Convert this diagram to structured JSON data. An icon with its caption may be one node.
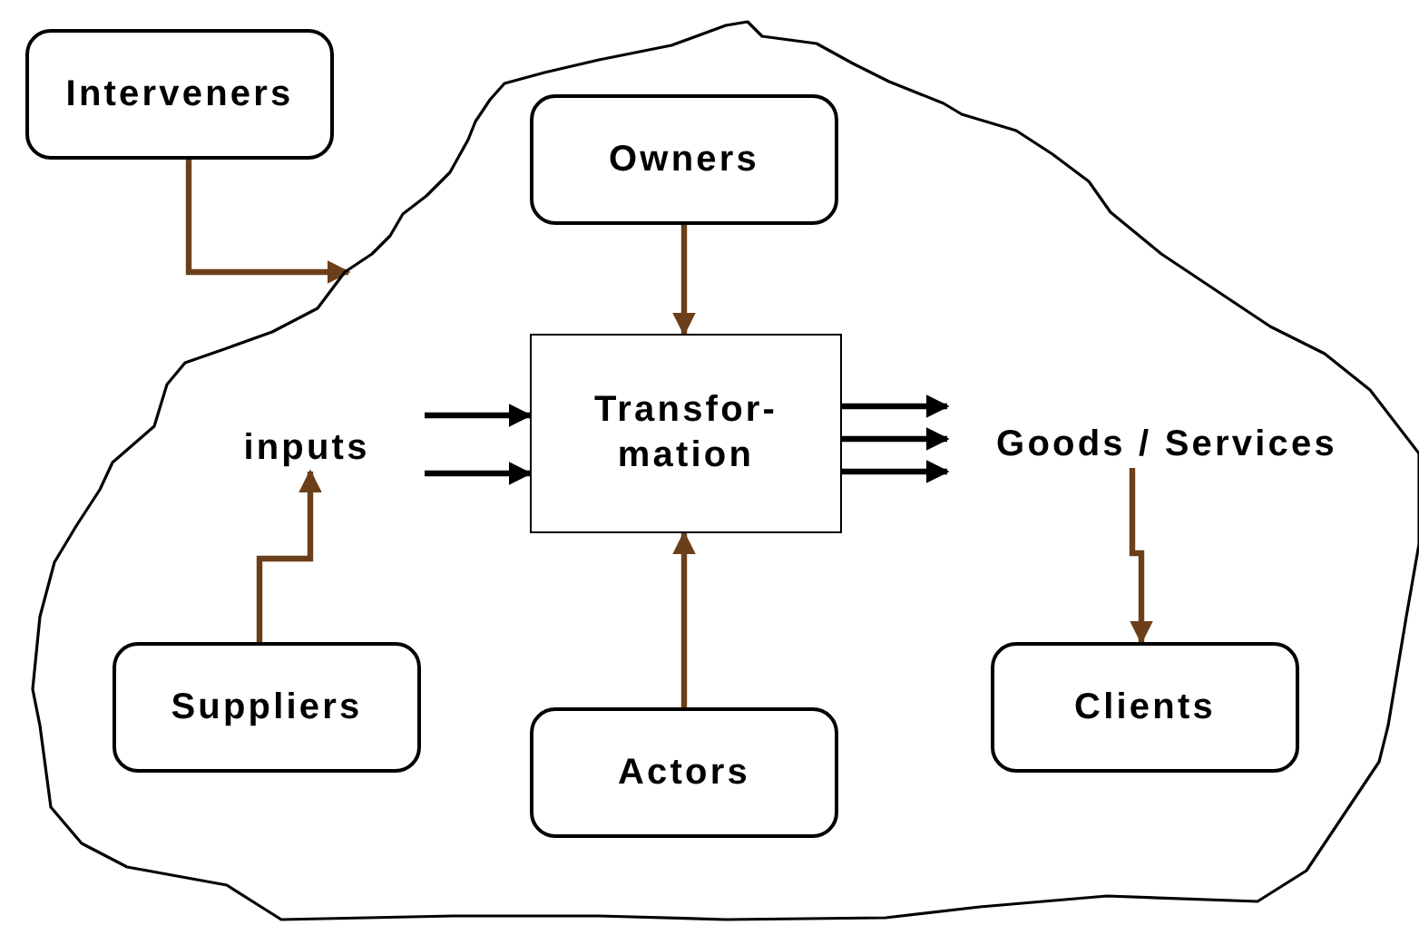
{
  "diagram": {
    "nodes": [
      {
        "text": [
          "Interveners"
        ]
      },
      {
        "text": [],
        "shape": "cloud"
      },
      {
        "text": [
          "Owners"
        ],
        "in": 1
      },
      {
        "text": [
          "inputs"
        ],
        "in": 1
      },
      {
        "text": [
          "Transfor- mation"
        ],
        "in": 1
      },
      {
        "text": [
          "Goods / Services"
        ],
        "in": 1
      },
      {
        "text": [
          "Suppliers"
        ],
        "in": 1
      },
      {
        "text": [
          "Actors"
        ],
        "in": 1
      },
      {
        "text": [
          "Clients"
        ],
        "in": 1
      }
    ],
    "edges": [
      {
        "from": 0,
        "to": 1,
        "arrow": "to",
        "color": "#6b3f1a"
      },
      {
        "from": 2,
        "to": 4,
        "arrow": "to",
        "color": "#6b3f1a"
      },
      {
        "from": 3,
        "to": 4,
        "arrow": "to",
        "color": "#000000"
      },
      {
        "from": 3,
        "to": 4,
        "arrow": "to",
        "color": "#000000"
      },
      {
        "from": 4,
        "to": 5,
        "arrow": "to",
        "color": "#000000"
      },
      {
        "from": 4,
        "to": 5,
        "arrow": "to",
        "color": "#000000"
      },
      {
        "from": 4,
        "to": 5,
        "arrow": "to",
        "color": "#000000"
      },
      {
        "from": 6,
        "to": 3,
        "arrow": "to",
        "color": "#6b3f1a"
      },
      {
        "from": 7,
        "to": 4,
        "arrow": "to",
        "color": "#6b3f1a"
      },
      {
        "from": 5,
        "to": 8,
        "arrow": "to",
        "color": "#6b3f1a"
      }
    ]
  }
}
